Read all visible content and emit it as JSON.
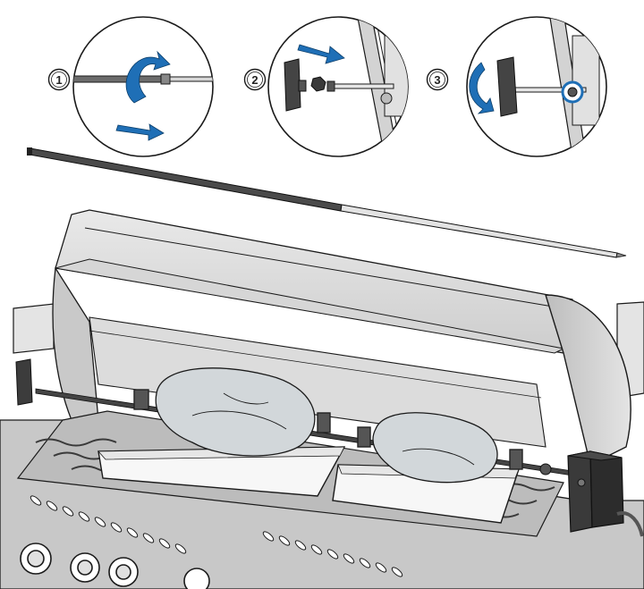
{
  "steps": [
    {
      "number": "1",
      "action": "rotate-and-push"
    },
    {
      "number": "2",
      "action": "slide-handle-on"
    },
    {
      "number": "3",
      "action": "rotate-handle-lock"
    }
  ],
  "colors": {
    "arrow": "#1f6fb6",
    "line": "#1a1a1a",
    "grill_light": "#e6e6e6",
    "grill_mid": "#cfcfcf",
    "grill_dark": "#8a8a8a",
    "chicken": "#d2d7da",
    "tray": "#f7f7f7",
    "motor": "#3a3a3a"
  },
  "icons": [
    "rotate-arrow-icon",
    "push-arrow-icon",
    "slide-arrow-icon",
    "lock-rotate-icon"
  ]
}
